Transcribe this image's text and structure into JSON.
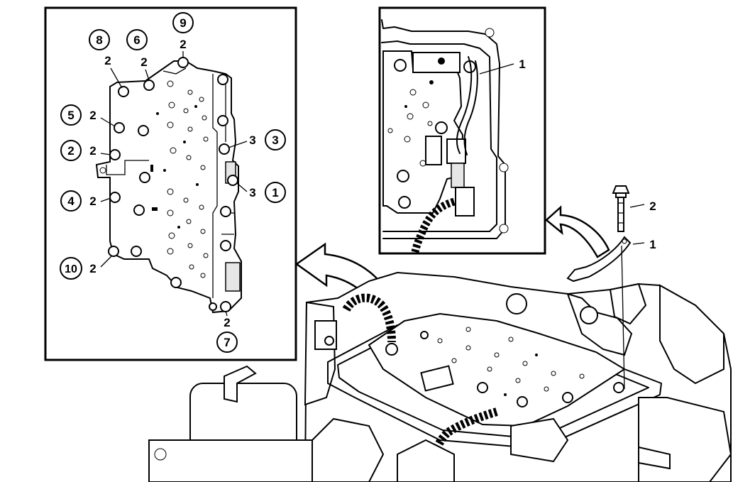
{
  "colors": {
    "line": "#000000",
    "paper": "#ffffff",
    "shade": "#e6e6e6"
  },
  "left_view": {
    "circled": [
      {
        "id": "c8",
        "text": "8"
      },
      {
        "id": "c6",
        "text": "6"
      },
      {
        "id": "c9",
        "text": "9"
      },
      {
        "id": "c5",
        "text": "5"
      },
      {
        "id": "c2",
        "text": "2"
      },
      {
        "id": "c4",
        "text": "4"
      },
      {
        "id": "c10",
        "text": "10"
      },
      {
        "id": "c3",
        "text": "3"
      },
      {
        "id": "c1",
        "text": "1"
      },
      {
        "id": "c7",
        "text": "7"
      }
    ],
    "callouts": [
      {
        "id": "p8",
        "text": "2"
      },
      {
        "id": "p6",
        "text": "2"
      },
      {
        "id": "p9",
        "text": "2"
      },
      {
        "id": "p5",
        "text": "2"
      },
      {
        "id": "p2",
        "text": "2"
      },
      {
        "id": "p4",
        "text": "2"
      },
      {
        "id": "p10",
        "text": "2"
      },
      {
        "id": "p3",
        "text": "3"
      },
      {
        "id": "p1",
        "text": "3"
      },
      {
        "id": "p7",
        "text": "2"
      }
    ]
  },
  "inset_view": {
    "callout": "1"
  },
  "main_view": {
    "bolt_callout": "2",
    "clip_callout": "1"
  }
}
